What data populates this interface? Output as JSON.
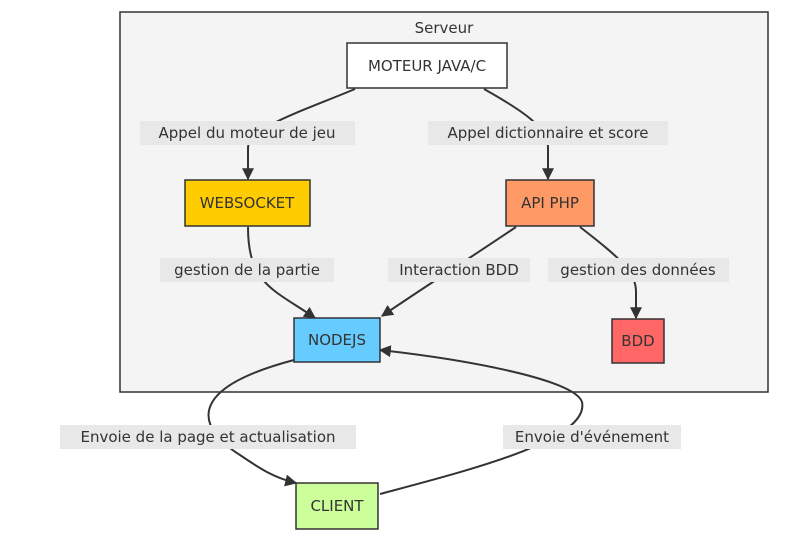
{
  "cluster": {
    "title": "Serveur"
  },
  "nodes": {
    "moteur": {
      "label": "MOTEUR JAVA/C",
      "color": "#ffffff"
    },
    "websocket": {
      "label": "WEBSOCKET",
      "color": "#ffcc00"
    },
    "api": {
      "label": "API PHP",
      "color": "#ff9966"
    },
    "nodejs": {
      "label": "NODEJS",
      "color": "#66ccff"
    },
    "bdd": {
      "label": "BDD",
      "color": "#ff6666"
    },
    "client": {
      "label": "CLIENT",
      "color": "#ccff99"
    }
  },
  "edges": {
    "moteur_websocket": "Appel du moteur de jeu",
    "moteur_api": "Appel dictionnaire et score",
    "websocket_nodejs": "gestion de la partie",
    "api_nodejs": "Interaction BDD",
    "api_bdd": "gestion des données",
    "nodejs_client": "Envoie de la page et actualisation",
    "client_nodejs": "Envoie d'événement"
  }
}
